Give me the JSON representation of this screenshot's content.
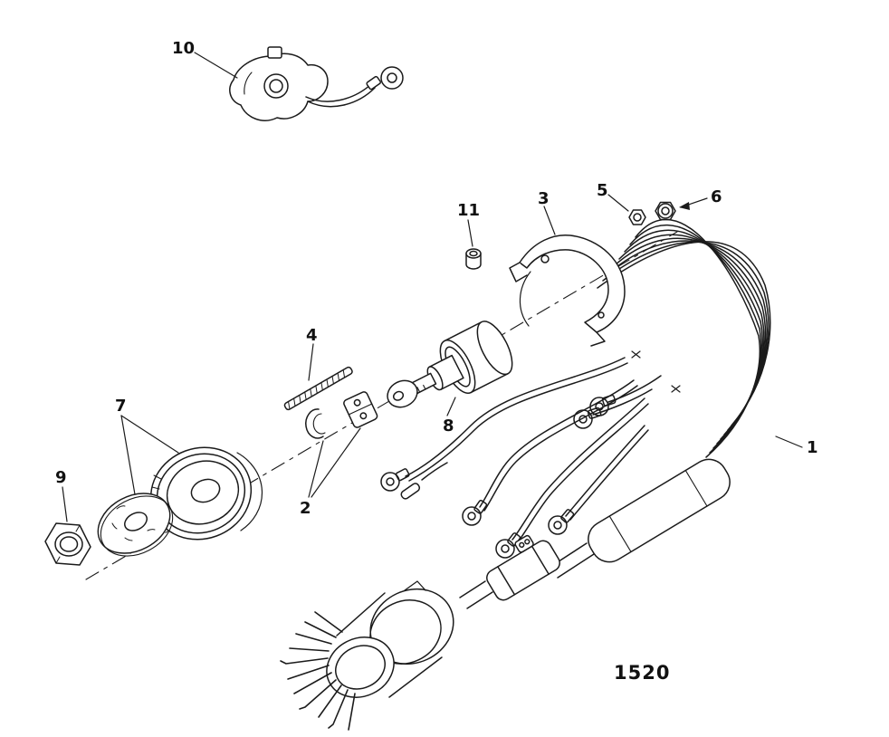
{
  "figure": {
    "number": "1520"
  },
  "parts": {
    "p1": "1",
    "p2": "2",
    "p3": "3",
    "p4": "4",
    "p5": "5",
    "p6": "6",
    "p7": "7",
    "p8": "8",
    "p9": "9",
    "p10": "10",
    "p11": "11"
  }
}
